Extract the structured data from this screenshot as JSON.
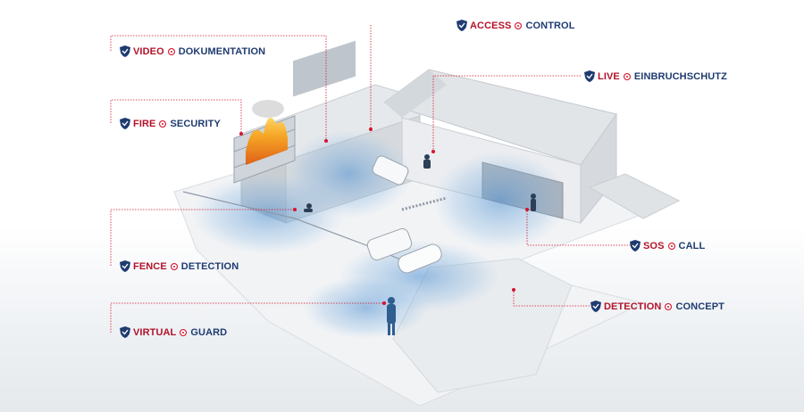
{
  "labels": [
    {
      "id": "video-dokumentation",
      "w1": "VIDEO",
      "w2": "DOKUMENTATION"
    },
    {
      "id": "access-control",
      "w1": "ACCESS",
      "w2": "CONTROL"
    },
    {
      "id": "live-einbruchschutz",
      "w1": "LIVE",
      "w2": "EINBRUCHSCHUTZ"
    },
    {
      "id": "fire-security",
      "w1": "FIRE",
      "w2": "SECURITY"
    },
    {
      "id": "fence-detection",
      "w1": "FENCE",
      "w2": "DETECTION"
    },
    {
      "id": "sos-call",
      "w1": "SOS",
      "w2": "CALL"
    },
    {
      "id": "detection-concept",
      "w1": "DETECTION",
      "w2": "CONCEPT"
    },
    {
      "id": "virtual-guard",
      "w1": "VIRTUAL",
      "w2": "GUARD"
    }
  ],
  "colors": {
    "red": "#b3122a",
    "navy": "#1f3b70",
    "dot": "#d3142d",
    "zone": "#5b9bd5"
  }
}
